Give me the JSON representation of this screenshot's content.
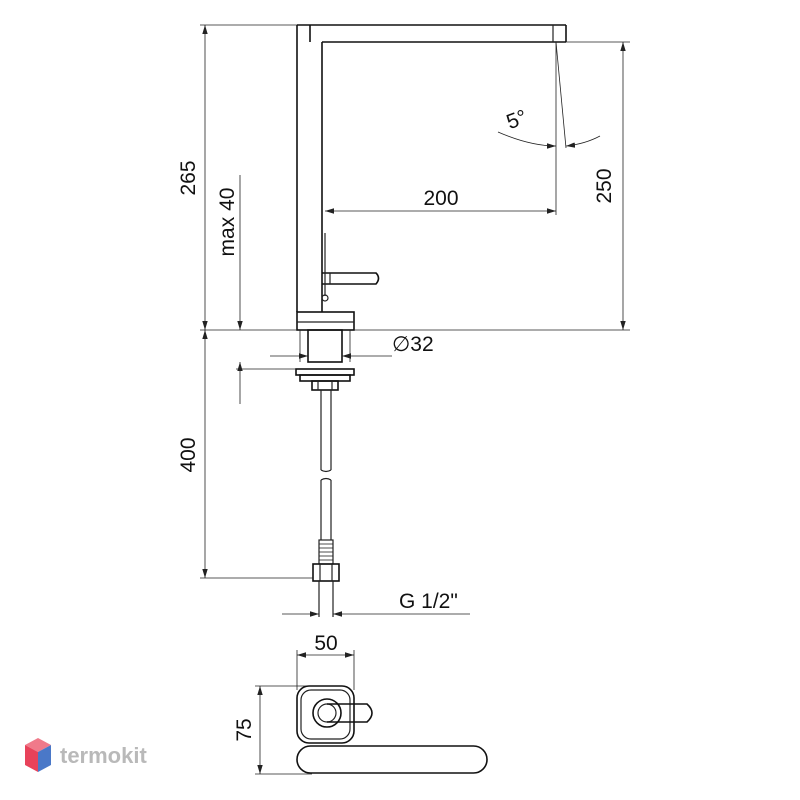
{
  "dimensions": {
    "total_height": "265",
    "max_deck": "max 40",
    "spout_height": "250",
    "spout_reach": "200",
    "swivel_angle": "5°",
    "base_diameter": "∅32",
    "hose_length": "400",
    "thread": "G 1/2\"",
    "base_width": "50",
    "base_depth": "75"
  },
  "watermark": {
    "brand": "termokit"
  },
  "colors": {
    "line": "#222222",
    "logo_red": "#e8425a",
    "logo_blue": "#4a78c8",
    "logo_text": "#b9b9b9"
  }
}
